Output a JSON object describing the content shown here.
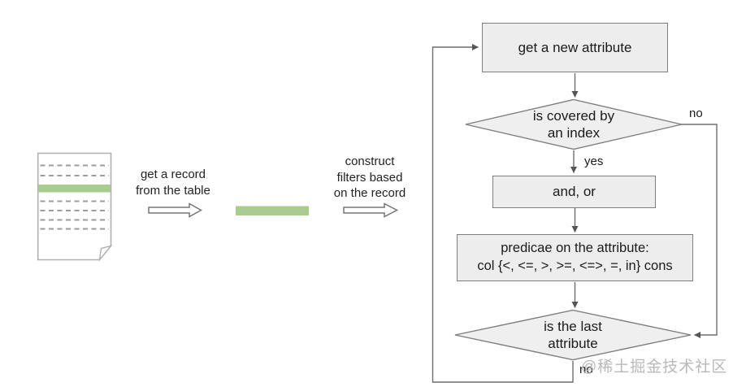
{
  "diagram": {
    "left_section": {
      "get_record_label": "get a record\nfrom the table",
      "construct_label": "construct\nfilters based\non the record"
    },
    "flowchart": {
      "get_attribute_box": "get a new attribute",
      "covered_diamond": "is covered by\nan index",
      "and_or_box": "and, or",
      "predicate_line1": "predicae on the attribute:",
      "predicate_line2": "col {<, <=, >, >=, <=>, =, in} cons",
      "last_attribute_diamond": "is the last\nattribute",
      "yes_label": "yes",
      "no_label_right": "no",
      "no_label_bottom": "no"
    },
    "watermark": "@稀土掘金技术社区",
    "colors": {
      "record_green": "#a8cc8e",
      "box_fill": "#ededed",
      "box_border": "#7e7e7e",
      "connector": "#6e6e6e",
      "doc_border": "#b0b0b0",
      "dashed_row": "#9c9c9c"
    }
  }
}
